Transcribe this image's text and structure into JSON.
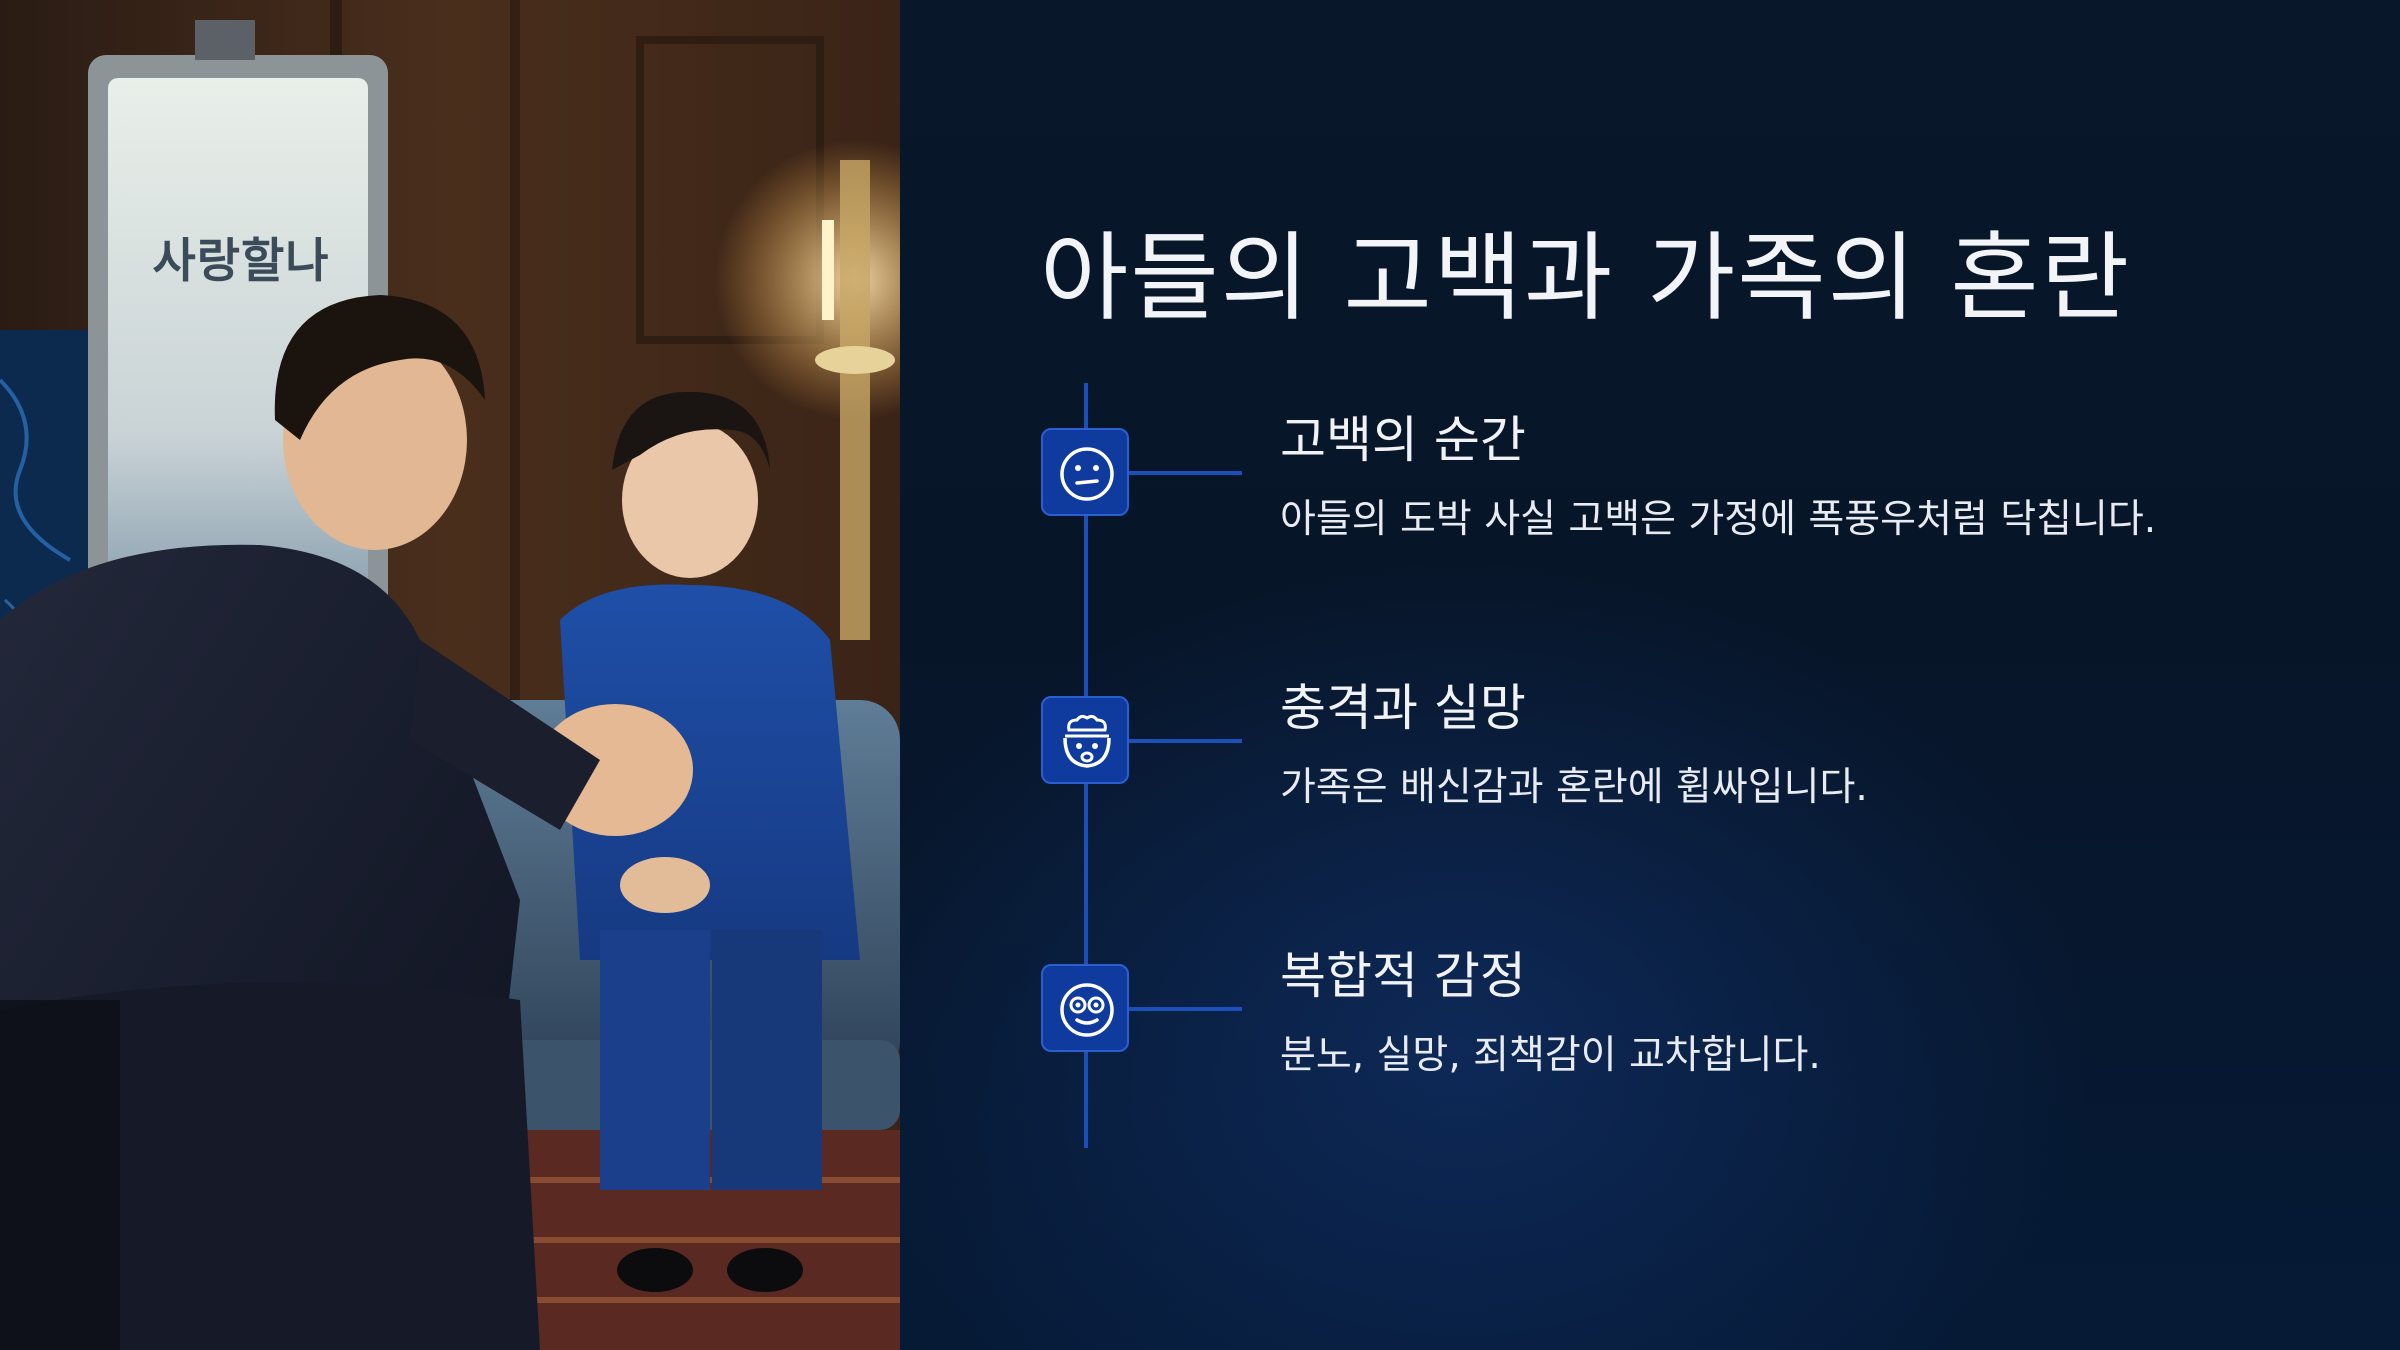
{
  "photo": {
    "sign_text": "사랑할나",
    "icon": "photo-scene"
  },
  "slide": {
    "title": "아들의 고백과 가족의 혼란",
    "items": [
      {
        "title": "고백의 순간",
        "description": "아들의 도박 사실 고백은 가정에 폭풍우처럼 닥칩니다.",
        "icon": "neutral-face-icon"
      },
      {
        "title": "충격과 실망",
        "description": "가족은 배신감과 혼란에 휩싸입니다.",
        "icon": "exploding-head-icon"
      },
      {
        "title": "복합적 감정",
        "description": "분노, 실망, 죄책감이 교차합니다.",
        "icon": "dizzy-face-icon"
      }
    ]
  },
  "colors": {
    "background": "#061426",
    "accent": "#1d4fb8",
    "icon_fill": "#0f3a9e",
    "text": "#f2f4f8"
  }
}
